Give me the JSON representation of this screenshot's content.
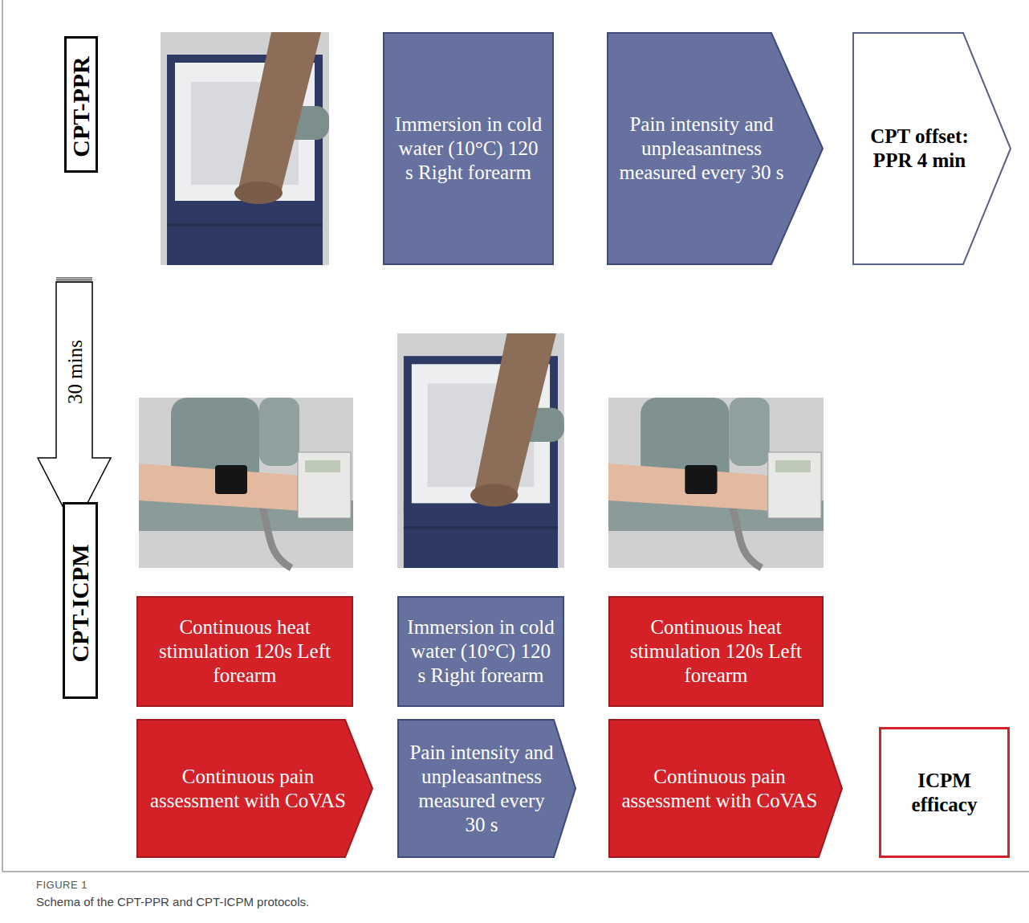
{
  "diagram": {
    "caption": "Schema of the CPT-PPR and CPT-ICPM protocols.",
    "nodes": [
      {
        "text": [
          "CPT-PPR"
        ]
      },
      {
        "text": [
          "Immersion in cold water (10°C) 120 s Right forearm"
        ]
      },
      {
        "text": [
          "Pain intensity and unpleasantness measured every 30 s"
        ]
      },
      {
        "text": [
          "CPT offset: PPR 4 min"
        ]
      },
      {
        "text": [
          "30 mins"
        ]
      },
      {
        "text": [
          "CPT-ICPM"
        ]
      },
      {
        "text": [
          "Continuous heat stimulation 120s Left forearm"
        ]
      },
      {
        "text": [
          "Immersion in cold water (10°C) 120 s Right forearm"
        ]
      },
      {
        "text": [
          "Continuous heat stimulation 120s Left forearm"
        ]
      },
      {
        "text": [
          "Continuous pain assessment with CoVAS"
        ]
      },
      {
        "text": [
          "Pain intensity and unpleasantness measured every 30 s"
        ]
      },
      {
        "text": [
          "Continuous pain assessment with CoVAS"
        ]
      },
      {
        "text": [
          "ICPM efficacy"
        ]
      }
    ],
    "labels": [
      "FIGURE 1"
    ]
  }
}
